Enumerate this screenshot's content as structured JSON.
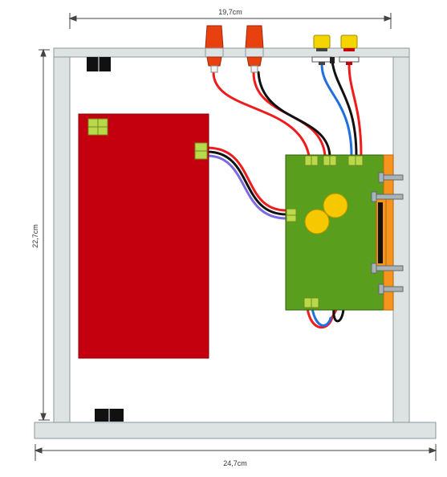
{
  "dimensions": {
    "top_width": "19,7cm",
    "height": "22,7cm",
    "bottom_width": "24,7cm"
  },
  "colors": {
    "panel_fill": "#dde3e3",
    "panel_stroke": "#8a9999",
    "battery": "#c4000f",
    "pcb": "#5a9e1e",
    "capacitor": "#f5c800",
    "connector": "#b9d94a",
    "rail": "#f7941d",
    "wire_red": "#ee1c1c",
    "wire_black": "#111111",
    "wire_blue": "#1f6fe0",
    "wire_purple": "#7b6be0"
  }
}
